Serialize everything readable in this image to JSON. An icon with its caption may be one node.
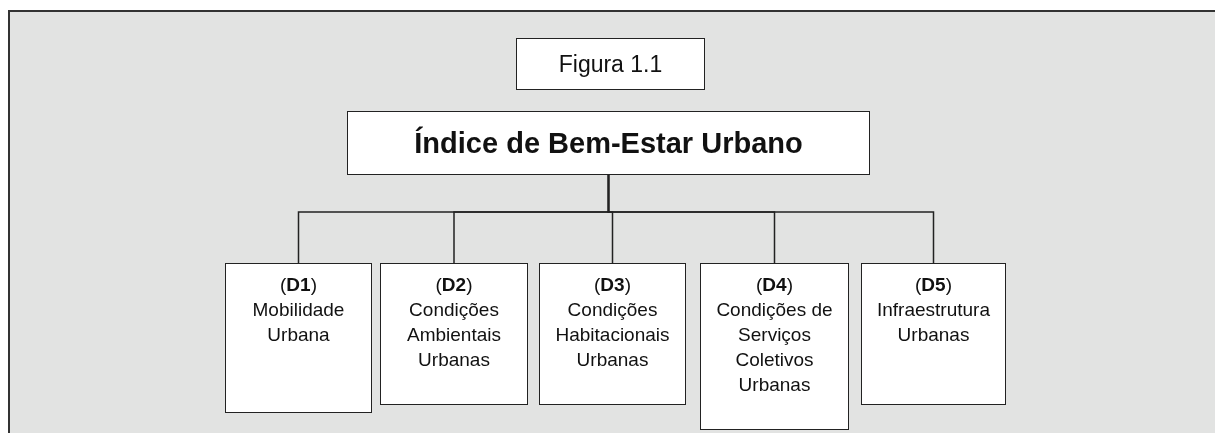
{
  "diagram": {
    "nodes": [
      {
        "text": [
          "Figura 1.1"
        ]
      },
      {
        "text": [
          "Índice de Bem-Estar Urbano"
        ]
      },
      {
        "text": [
          "(**D1**)",
          "Mobilidade Urbana"
        ]
      },
      {
        "text": [
          "(**D2**)",
          "Condições Ambientais Urbanas"
        ]
      },
      {
        "text": [
          "(**D3**)",
          "Condições Habitacionais Urbanas"
        ]
      },
      {
        "text": [
          "(**D4**)",
          "Condições de Serviços Coletivos Urbanas"
        ]
      },
      {
        "text": [
          "(**D5**)",
          "Infraestrutura Urbanas"
        ]
      }
    ],
    "edges": [
      {
        "from": 1,
        "to": 2,
        "arrow": "none"
      },
      {
        "from": 1,
        "to": 3,
        "arrow": "none"
      },
      {
        "from": 1,
        "to": 4,
        "arrow": "none"
      },
      {
        "from": 1,
        "to": 5,
        "arrow": "none"
      },
      {
        "from": 1,
        "to": 6,
        "arrow": "none"
      }
    ]
  }
}
